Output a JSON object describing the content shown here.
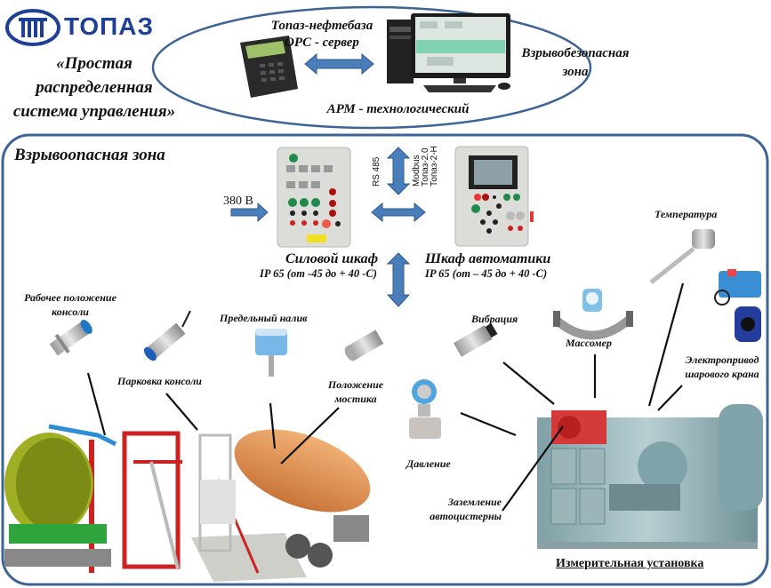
{
  "header": {
    "logo_text": "ТОПАЗ",
    "slogan_lines": [
      "«Простая",
      "распределенная",
      "система управления»"
    ]
  },
  "safe_zone": {
    "title_lines": [
      "Взрывобезопасная",
      "зона"
    ],
    "server_lines": [
      "Топаз-нефтебаза",
      "OPC - сервер"
    ],
    "workstation": "АРМ - технологический"
  },
  "hazard_zone": {
    "title": "Взрывоопасная зона",
    "power_input": "380 В",
    "bus_labels": {
      "rs485": "RS 485",
      "protocols": [
        "Modbus",
        "Топаз-2.0",
        "Топаз-2-Н"
      ]
    },
    "power_cabinet": {
      "name": "Силовой шкаф",
      "spec": "IP 65 (от -45 до + 40 -С)"
    },
    "automation_cabinet": {
      "name": "Шкаф автоматики",
      "spec": "IP 65 (от – 45 до + 40 -С)"
    },
    "sensors": [
      {
        "id": "work-pos",
        "lines": [
          "Рабочее положение",
          "консоли"
        ]
      },
      {
        "id": "parking",
        "lines": [
          "Парковка консоли"
        ]
      },
      {
        "id": "overfill",
        "lines": [
          "Предельный налив"
        ]
      },
      {
        "id": "bridge",
        "lines": [
          "Положение",
          "мостика"
        ]
      },
      {
        "id": "vibration",
        "lines": [
          "Вибрация"
        ]
      },
      {
        "id": "massmeter",
        "lines": [
          "Массомер"
        ]
      },
      {
        "id": "temperature",
        "lines": [
          "Температура"
        ]
      },
      {
        "id": "actuator",
        "lines": [
          "Электропривод",
          "шарового крана"
        ]
      },
      {
        "id": "pressure",
        "lines": [
          "Давление"
        ]
      },
      {
        "id": "grounding",
        "lines": [
          "Заземление",
          "автоцистерны"
        ]
      }
    ],
    "measuring_unit": "Измерительная установка"
  },
  "colors": {
    "accent": "#1d3f96",
    "border": "#3e6496",
    "arrow": "#4a7ebb",
    "arrow_stroke": "#2f5a8e"
  }
}
